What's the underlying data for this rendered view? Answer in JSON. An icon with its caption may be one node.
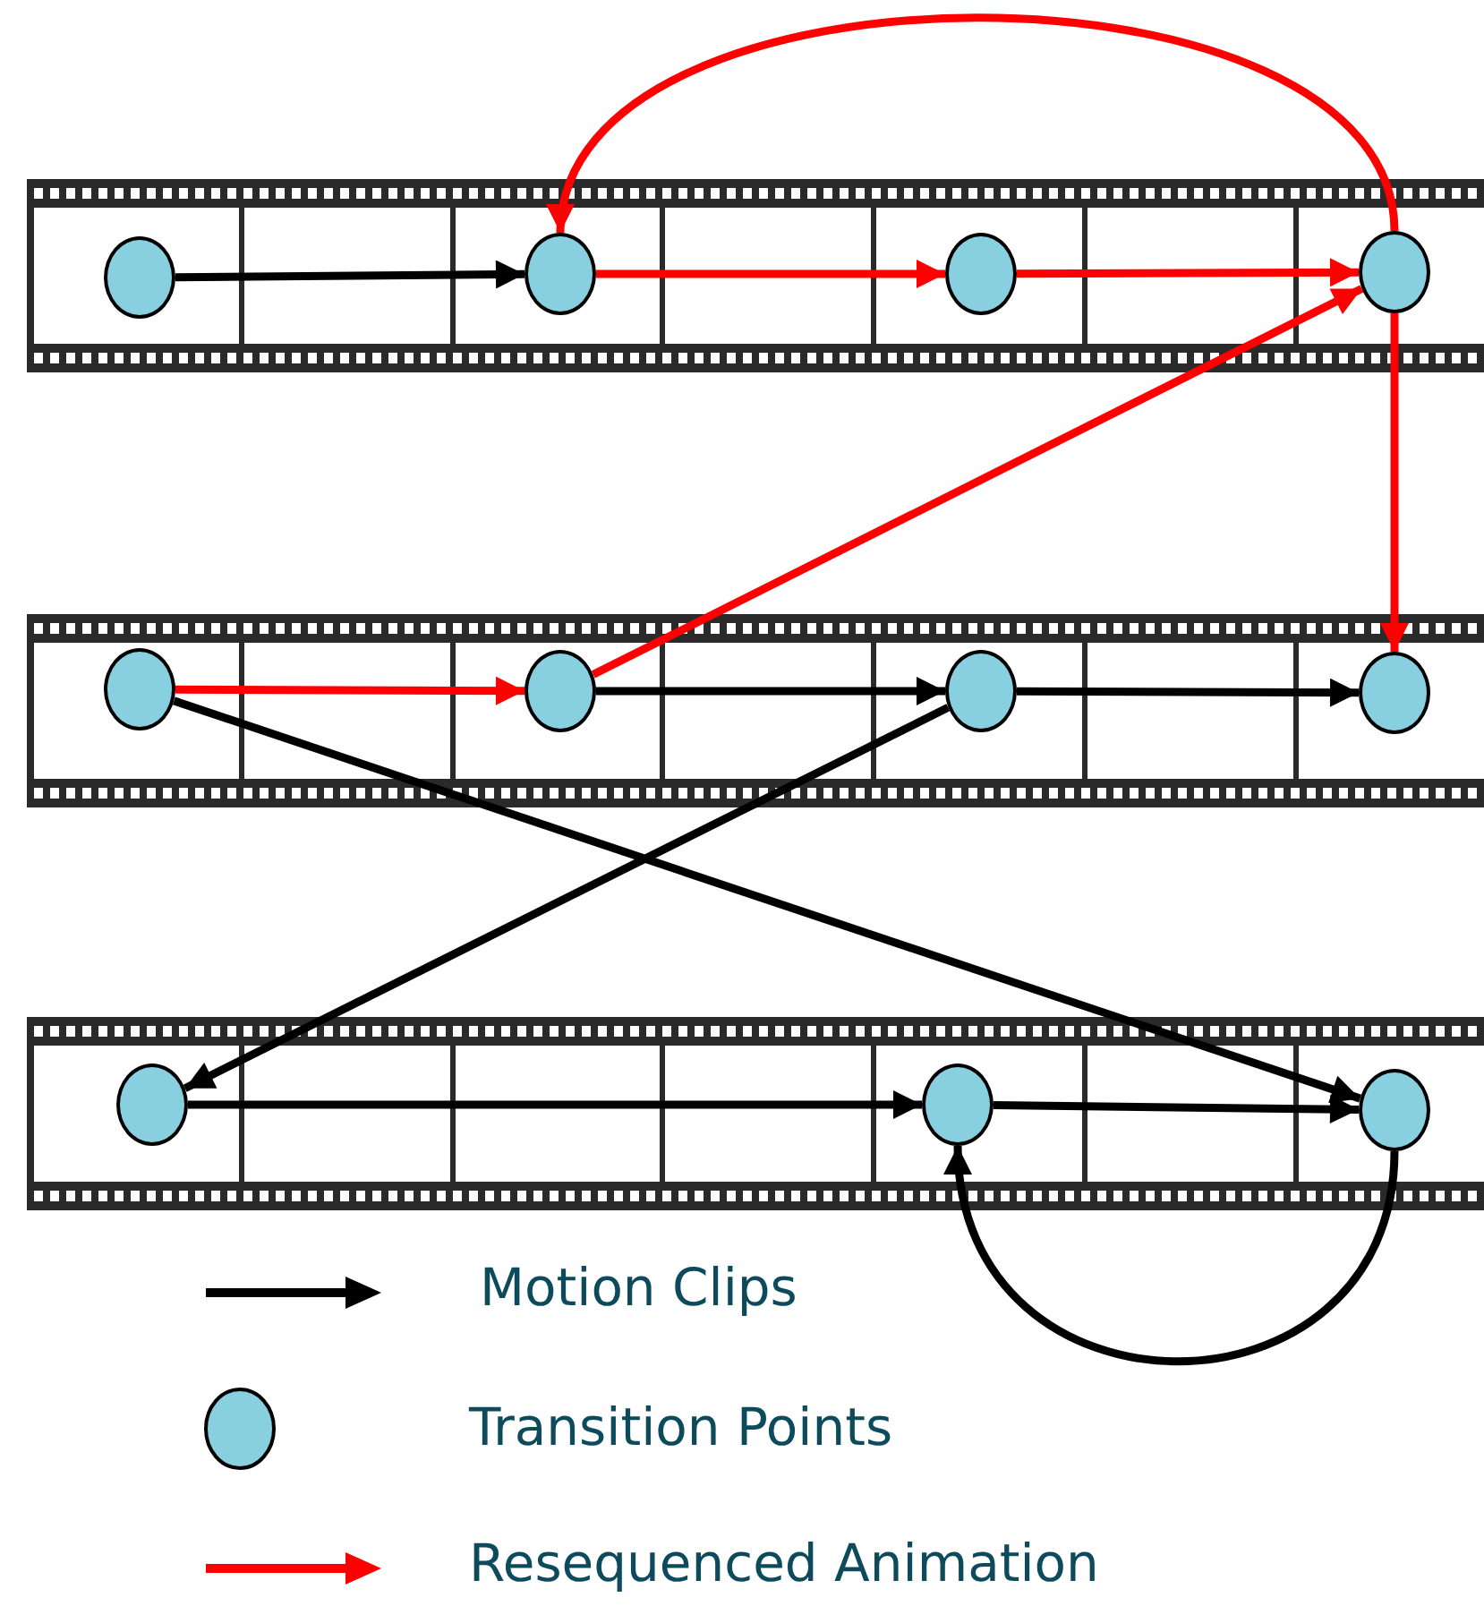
{
  "diagram": {
    "nodes": [
      {
        "text": [],
        "shape": "circle"
      },
      {
        "text": [],
        "shape": "circle"
      },
      {
        "text": [],
        "shape": "circle"
      },
      {
        "text": [],
        "shape": "circle"
      },
      {
        "text": [],
        "shape": "circle"
      },
      {
        "text": [],
        "shape": "circle"
      },
      {
        "text": [],
        "shape": "circle"
      },
      {
        "text": [],
        "shape": "circle"
      },
      {
        "text": [],
        "shape": "circle"
      },
      {
        "text": [],
        "shape": "circle"
      },
      {
        "text": [],
        "shape": "circle"
      }
    ],
    "edges": [
      {
        "from": 0,
        "to": 1,
        "arrow": "to"
      },
      {
        "from": 1,
        "to": 2,
        "arrow": "to",
        "color": "#ff0000"
      },
      {
        "from": 2,
        "to": 3,
        "arrow": "to",
        "color": "#ff0000"
      },
      {
        "from": 3,
        "to": 1,
        "arrow": "to",
        "color": "#ff0000"
      },
      {
        "from": 3,
        "to": 7,
        "arrow": "to",
        "color": "#ff0000"
      },
      {
        "from": 4,
        "to": 5,
        "arrow": "to",
        "color": "#ff0000"
      },
      {
        "from": 5,
        "to": 3,
        "arrow": "to",
        "color": "#ff0000"
      },
      {
        "from": 5,
        "to": 6,
        "arrow": "to"
      },
      {
        "from": 6,
        "to": 7,
        "arrow": "to"
      },
      {
        "from": 4,
        "to": 10,
        "arrow": "to"
      },
      {
        "from": 6,
        "to": 8,
        "arrow": "to"
      },
      {
        "from": 8,
        "to": 9,
        "arrow": "to"
      },
      {
        "from": 9,
        "to": 10,
        "arrow": "to"
      },
      {
        "from": 10,
        "to": 9,
        "arrow": "to"
      }
    ],
    "legend": [
      {
        "text": "Motion Clips"
      },
      {
        "text": "Transition Points"
      },
      {
        "text": "Resequenced Animation"
      }
    ]
  }
}
